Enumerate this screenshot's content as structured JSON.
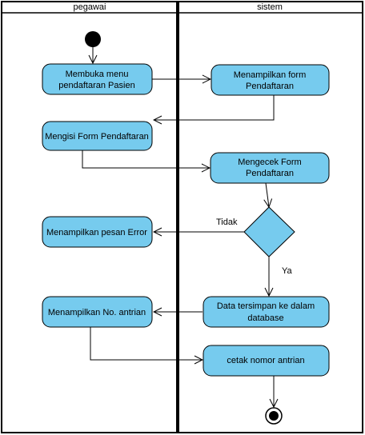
{
  "lanes": [
    {
      "title": "pegawai"
    },
    {
      "title": "sistem"
    }
  ],
  "nodes": {
    "membuka_menu": [
      "Membuka menu",
      "pendaftaran Pasien"
    ],
    "menampilkan_form": [
      "Menampilkan form",
      "Pendaftaran"
    ],
    "mengisi_form": [
      "Mengisi Form Pendaftaran"
    ],
    "mengecek_form": [
      "Mengecek Form",
      "Pendaftaran"
    ],
    "pesan_error": [
      "Menampilkan pesan Error"
    ],
    "data_tersimpan": [
      "Data tersimpan ke dalam",
      "database"
    ],
    "no_antrian": [
      "Menampilkan No. antrian"
    ],
    "cetak_nomor": [
      "cetak nomor antrian"
    ]
  },
  "edge_labels": {
    "tidak": "Tidak",
    "ya": "Ya"
  },
  "colors": {
    "activity_fill": "#76cbee",
    "stroke": "#000000"
  }
}
